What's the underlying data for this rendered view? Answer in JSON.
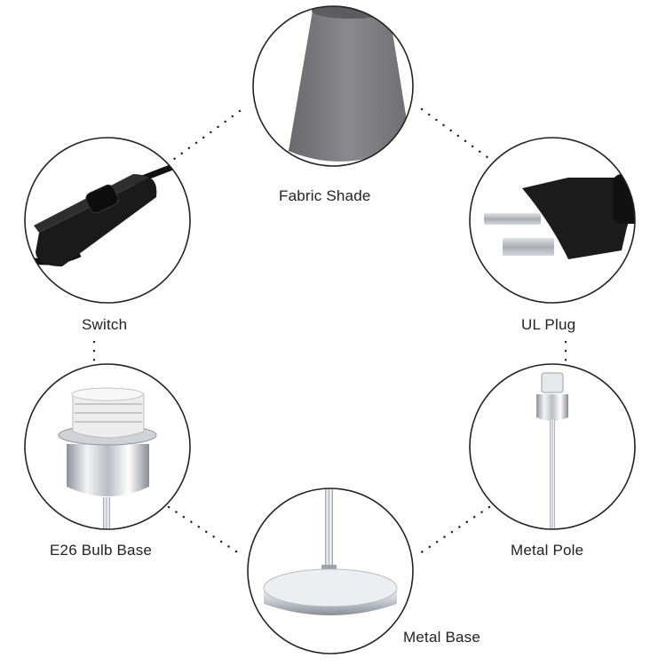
{
  "figure": {
    "background": "#ffffff",
    "ring_color": "#222222",
    "connector_color": "#222222"
  },
  "parts": [
    {
      "id": "fabric-shade",
      "label": "Fabric Shade",
      "icon": "fabric-shade-icon",
      "color": "#7d7d80"
    },
    {
      "id": "ul-plug",
      "label": "UL Plug",
      "icon": "ul-plug-icon",
      "color": "#1c1c1c"
    },
    {
      "id": "metal-pole",
      "label": "Metal Pole",
      "icon": "metal-pole-icon",
      "color": "#c9ccd1"
    },
    {
      "id": "metal-base",
      "label": "Metal Base",
      "icon": "metal-base-icon",
      "color": "#c9ccd1"
    },
    {
      "id": "bulb-base",
      "label": "E26 Bulb Base",
      "icon": "bulb-base-icon",
      "color": "#c9ccd1"
    },
    {
      "id": "switch",
      "label": "Switch",
      "icon": "switch-icon",
      "color": "#1a1a1a"
    }
  ]
}
